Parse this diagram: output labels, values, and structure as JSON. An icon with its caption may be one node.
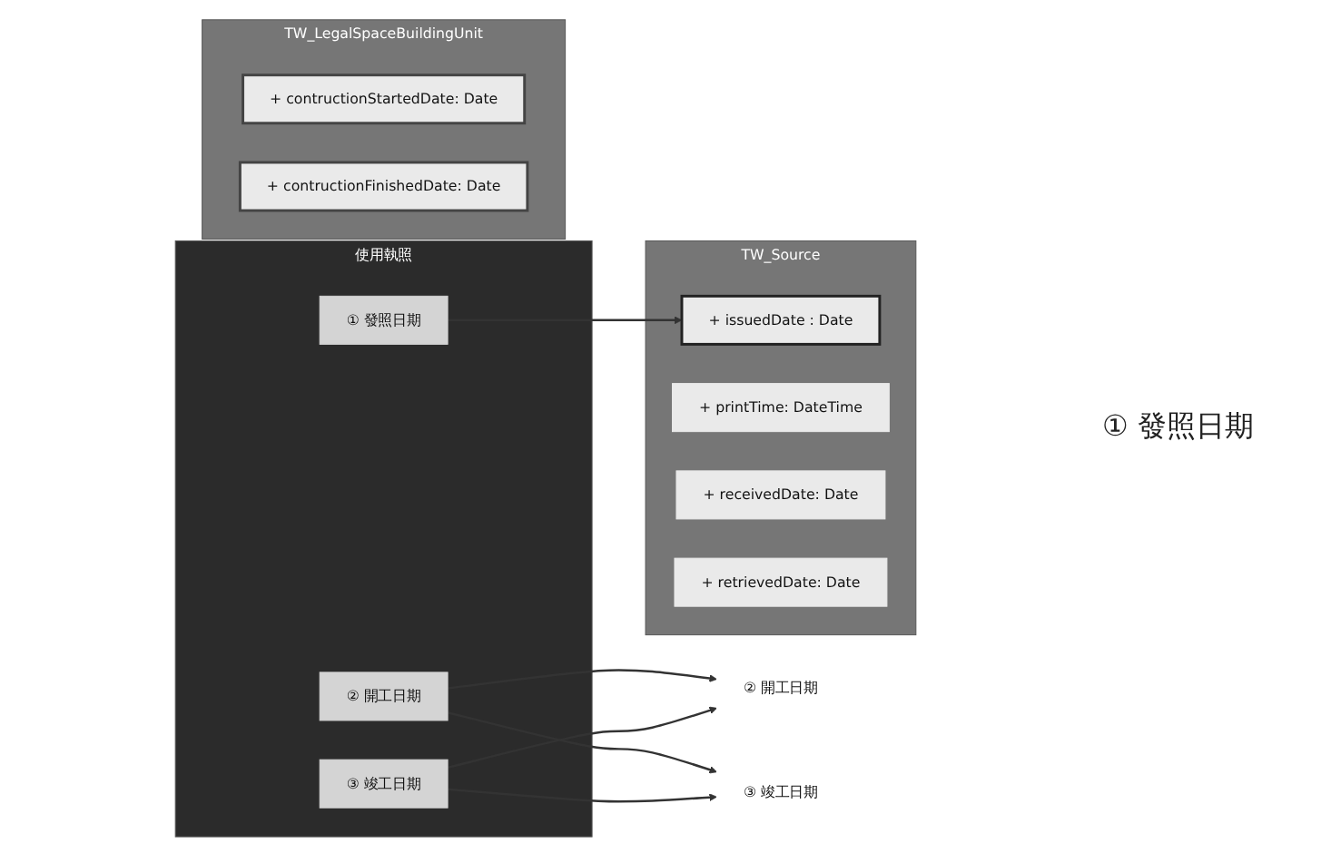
{
  "diagram": {
    "nodes": [
      {
        "text": [
          "使用執照"
        ]
      },
      {
        "text": [
          "① 發照日期"
        ],
        "in": 0
      },
      {
        "text": [
          "② 開工日期"
        ],
        "in": 0
      },
      {
        "text": [
          "③ 竣工日期"
        ],
        "in": 0
      },
      {
        "text": [
          "TW_Source"
        ]
      },
      {
        "text": [
          "+ issuedDate : Date"
        ],
        "in": 4
      },
      {
        "text": [
          "+ printTime: DateTime"
        ],
        "in": 4
      },
      {
        "text": [
          "+ receivedDate: Date"
        ],
        "in": 4
      },
      {
        "text": [
          "+ retrievedDate: Date"
        ],
        "in": 4
      },
      {
        "text": [
          "TW_LegalSpaceBuildingUnit"
        ]
      },
      {
        "text": [
          "+ contructionStartedDate: Date"
        ],
        "in": 9
      },
      {
        "text": [
          "+ contructionFinishedDate: Date"
        ],
        "in": 9
      },
      {
        "text": [
          "② 開工日期"
        ]
      },
      {
        "text": [
          "③ 竣工日期"
        ]
      }
    ],
    "edges": [
      {
        "from": 1,
        "to": 5,
        "arrow": "to"
      },
      {
        "from": 2,
        "to": 12,
        "arrow": "to"
      },
      {
        "from": 2,
        "to": 13,
        "arrow": "to"
      },
      {
        "from": 3,
        "to": 12,
        "arrow": "to"
      },
      {
        "from": 3,
        "to": 13,
        "arrow": "to"
      }
    ],
    "labels": [
      "① 發照日期"
    ]
  }
}
